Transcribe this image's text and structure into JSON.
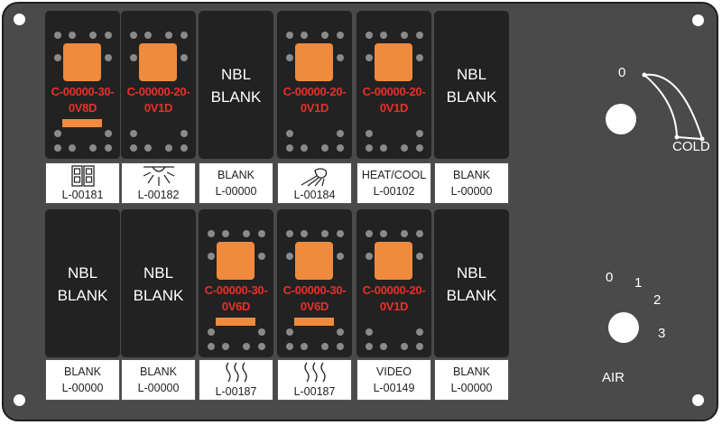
{
  "switches": [
    {
      "id": "r1c1",
      "lit": true,
      "code_line1": "C-00000-30-",
      "code_line2": "0V8D",
      "indicator_bar": true,
      "legend_icon": "dual-rocker-icon",
      "legend_line1": "",
      "legend_code": "L-00181"
    },
    {
      "id": "r1c2",
      "lit": true,
      "code_line1": "C-00000-20-",
      "code_line2": "0V1D",
      "indicator_bar": false,
      "legend_icon": "light-rays-icon",
      "legend_line1": "",
      "legend_code": "L-00182"
    },
    {
      "id": "r1c3",
      "lit": false,
      "blank_line1": "NBL",
      "blank_line2": "BLANK",
      "legend_line1": "BLANK",
      "legend_code": "L-00000"
    },
    {
      "id": "r1c4",
      "lit": true,
      "code_line1": "C-00000-20-",
      "code_line2": "0V1D",
      "indicator_bar": false,
      "legend_icon": "dome-light-icon",
      "legend_line1": "",
      "legend_code": "L-00184"
    },
    {
      "id": "r1c5",
      "lit": true,
      "code_line1": "C-00000-20-",
      "code_line2": "0V1D",
      "indicator_bar": false,
      "legend_line1": "HEAT/COOL",
      "legend_code": "L-00102"
    },
    {
      "id": "r1c6",
      "lit": false,
      "blank_line1": "NBL",
      "blank_line2": "BLANK",
      "legend_line1": "BLANK",
      "legend_code": "L-00000"
    },
    {
      "id": "r2c1",
      "lit": false,
      "blank_line1": "NBL",
      "blank_line2": "BLANK",
      "legend_line1": "BLANK",
      "legend_code": "L-00000"
    },
    {
      "id": "r2c2",
      "lit": false,
      "blank_line1": "NBL",
      "blank_line2": "BLANK",
      "legend_line1": "BLANK",
      "legend_code": "L-00000"
    },
    {
      "id": "r2c3",
      "lit": true,
      "code_line1": "C-00000-30-",
      "code_line2": "0V6D",
      "indicator_bar": true,
      "legend_icon": "heat-waves-icon",
      "legend_line1": "",
      "legend_code": "L-00187"
    },
    {
      "id": "r2c4",
      "lit": true,
      "code_line1": "C-00000-30-",
      "code_line2": "0V6D",
      "indicator_bar": true,
      "legend_icon": "heat-waves-icon",
      "legend_line1": "",
      "legend_code": "L-00187"
    },
    {
      "id": "r2c5",
      "lit": true,
      "code_line1": "C-00000-20-",
      "code_line2": "0V1D",
      "indicator_bar": false,
      "legend_line1": "VIDEO",
      "legend_code": "L-00149"
    },
    {
      "id": "r2c6",
      "lit": false,
      "blank_line1": "NBL",
      "blank_line2": "BLANK",
      "legend_line1": "BLANK",
      "legend_code": "L-00000"
    }
  ],
  "temp_knob": {
    "min_label": "0",
    "max_label": "COLD"
  },
  "air_knob": {
    "positions": [
      "0",
      "1",
      "2",
      "3"
    ],
    "label": "AIR"
  },
  "colors": {
    "panel": "#4a4a4a",
    "switch_body": "#222222",
    "lamp": "#f08a3c",
    "code_text": "#e8302a",
    "dots": "#8a8a8a"
  }
}
